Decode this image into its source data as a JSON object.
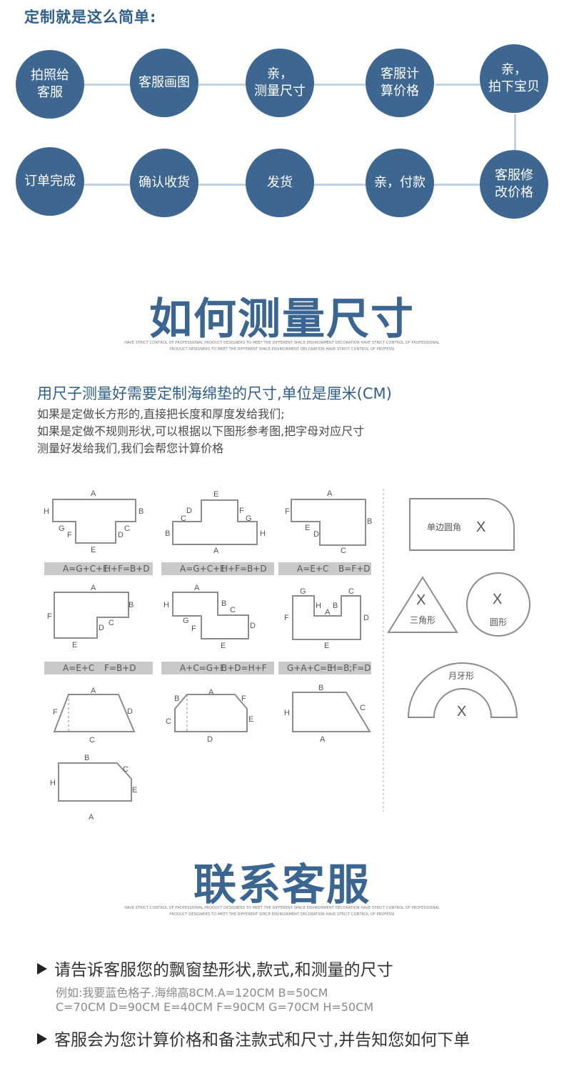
{
  "steps_title": "定制就是这么简单:",
  "steps_row1": [
    "拍照给\n客服",
    "客服画图",
    "亲，\n测量尺寸",
    "客服计\n算价格",
    "亲，\n拍下宝贝"
  ],
  "steps_row2": [
    "订单完成",
    "确认收货",
    "发货",
    "亲，付款",
    "客服修\n改价格"
  ],
  "measure_title": "如何测量尺寸",
  "tiny_line1": "HAVE STRICT CONTROL OF PROFESSIONAL PRODUCT DESIGNERS TO MEET THE DIFFERENT SPACE ENVIRONMENT DECORATION HAVE STRICT CONTROL OF PROFESSIONAL",
  "tiny_line2": "PRODUCT DESIGNERS TO MEET THE DIFFERENT SPACE ENVIRONMENT DECORATION HAVE STRICT CONTROL OF PROFESSI",
  "measure_head": "用尺子测量好需要定制海绵垫的尺寸,单位是厘米(CM)",
  "measure_lines": [
    "如果是定做长方形的,直接把长度和厚度发给我们;",
    "如果是定做不规则形状,可以根据以下图形参考图,把字母对应尺寸",
    "测量好发给我们,我们会帮您计算价格"
  ],
  "formulas": [
    [
      "A=G+C+E",
      "H+F=B+D"
    ],
    [
      "A=G+C+E",
      "H+F=B+D"
    ],
    [
      "A=E+C",
      "B=F+D"
    ],
    [
      "A=E+C",
      "F=B+D"
    ],
    [
      "A+C=G+E",
      "B+D=H+F"
    ],
    [
      "G+A+C=E",
      "H=B;F=D"
    ]
  ],
  "shape_labels": {
    "half_round": "单边圆角",
    "triangle": "三角形",
    "circle": "圆形",
    "crescent": "月牙形",
    "x_mark": "X"
  },
  "contact_title": "联系客服",
  "contact_step1": "请告诉客服您的飘窗垫形状,款式,和测量的尺寸",
  "example_line1": "例如:我要蓝色格子.海绵高8CM.A=120CM B=50CM",
  "example_line2": "C=70CM D=90CM E=40CM F=90CM G=70CM H=50CM",
  "contact_step2": "客服会为您计算价格和备注款式和尺寸,并告知您如何下单",
  "colors": {
    "accent": "#3d6791",
    "connector": "#c4d3e2",
    "outline": "#8c8c8c",
    "formula_bg": "#c9c9c9"
  }
}
